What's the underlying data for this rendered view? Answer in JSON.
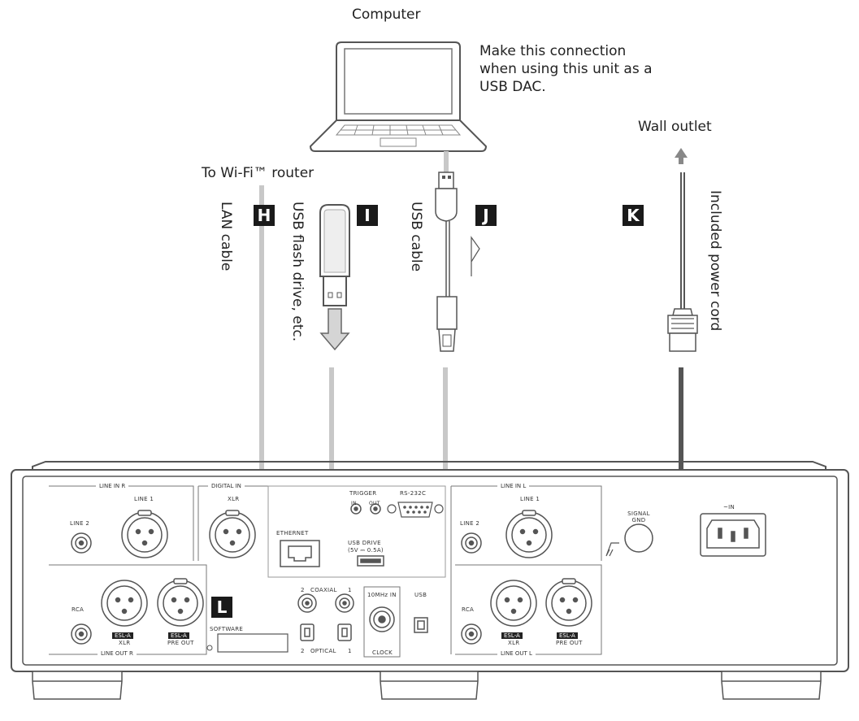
{
  "labels": {
    "computer": "Computer",
    "note": "Make this connection when using this unit as a USB DAC.",
    "wall_outlet": "Wall outlet",
    "wifi_router": "To Wi-Fi™ router",
    "lan_cable": "LAN cable",
    "usb_flash": "USB flash drive, etc.",
    "usb_cable": "USB cable",
    "power_cord": "Included power cord"
  },
  "tags": {
    "h": "H",
    "i": "I",
    "j": "J",
    "k": "K",
    "l": "L"
  },
  "panel": {
    "line_in_r": "LINE IN  R",
    "digital_in": "DIGITAL IN",
    "line_in_l": "LINE IN  L",
    "line1": "LINE 1",
    "line2": "LINE 2",
    "xlr": "XLR",
    "ethernet": "ETHERNET",
    "trigger": "TRIGGER",
    "in": "IN",
    "out": "OUT",
    "rs232c": "RS-232C",
    "usb_drive": "USB DRIVE",
    "usb_drive_spec": "(5V ⎓ 0.5A)",
    "signal_gnd": "SIGNAL GND",
    "ac_in": "~IN",
    "rca": "RCA",
    "esl_a": "ESL-A",
    "pre_out": "PRE OUT",
    "software": "SOFTWARE",
    "coaxial": "COAXIAL",
    "optical": "OPTICAL",
    "num1": "1",
    "num2": "2",
    "clock_in": "10MHz IN",
    "clock": "CLOCK",
    "usb": "USB",
    "line_out_r": "LINE OUT  R",
    "line_out_l": "LINE OUT  L"
  }
}
